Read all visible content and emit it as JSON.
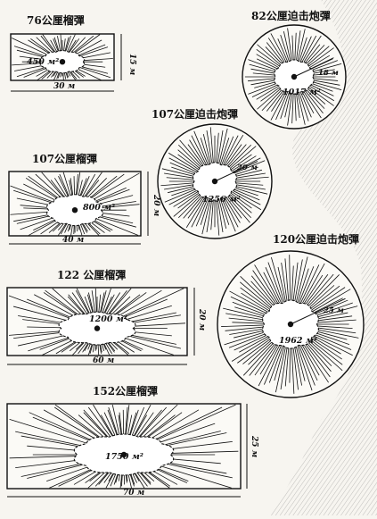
{
  "diagrams": [
    {
      "id": "s76",
      "kind": "rect",
      "title": "76公厘榴彈",
      "area": "450 м²",
      "width": "30 м",
      "height": "15 м"
    },
    {
      "id": "s107h",
      "kind": "rect",
      "title": "107公厘榴彈",
      "area": "800 м²",
      "width": "40 м",
      "height": "20 м"
    },
    {
      "id": "s122",
      "kind": "rect",
      "title": "122 公厘榴彈",
      "area": "1200 м²",
      "width": "60 м",
      "height": "20 м"
    },
    {
      "id": "s152",
      "kind": "rect",
      "title": "152公厘榴彈",
      "area": "1750 м²",
      "width": "70 м",
      "height": "25 м"
    },
    {
      "id": "m82",
      "kind": "circle",
      "title": "82公厘迫击炮彈",
      "area": "1017 м²",
      "radius": "18 м"
    },
    {
      "id": "m107",
      "kind": "circle",
      "title": "107公厘迫击炮彈",
      "area": "1256 м²",
      "radius": "20 м"
    },
    {
      "id": "m120",
      "kind": "circle",
      "title": "120公厘迫击炮彈",
      "area": "1962 м²",
      "radius": "25 м"
    }
  ]
}
